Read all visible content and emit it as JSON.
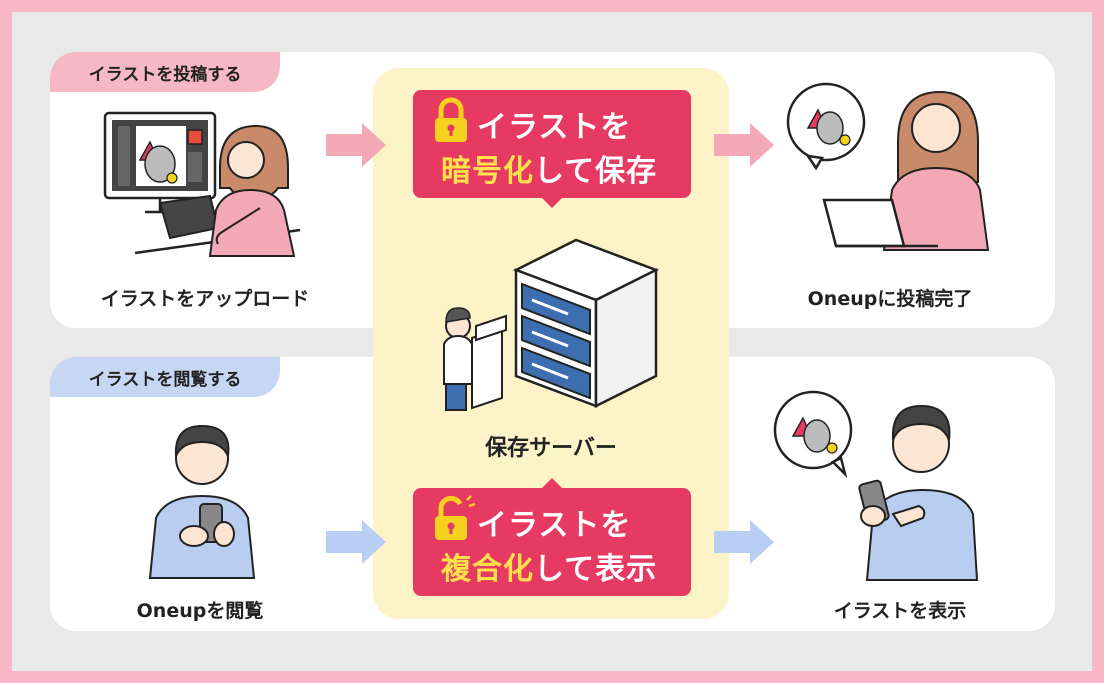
{
  "sections": {
    "post": {
      "tag": "イラストを投稿する",
      "left_caption": "イラストをアップロード",
      "right_caption": "Oneupに投稿完了"
    },
    "view": {
      "tag": "イラストを閲覧する",
      "left_caption": "Oneupを閲覧",
      "right_caption": "イラストを表示"
    }
  },
  "server": {
    "caption": "保存サーバー",
    "encrypt_banner": {
      "line1": "イラストを",
      "line2_highlight": "暗号化",
      "line2_rest": "して保存"
    },
    "decrypt_banner": {
      "line1": "イラストを",
      "line2_highlight": "複合化",
      "line2_rest": "して表示"
    }
  },
  "colors": {
    "pink_arrow": "#f4a9b6",
    "blue_arrow": "#b8cff3",
    "banner": "#e73a62",
    "highlight": "#ffe14c",
    "server_blue": "#3d6fb0",
    "panel": "#fdf3c8",
    "lock": "#f5d21f"
  },
  "icons": [
    "lock-closed-icon",
    "lock-open-icon",
    "arrow-right-icon",
    "server-icon",
    "cat-illustration-icon"
  ]
}
